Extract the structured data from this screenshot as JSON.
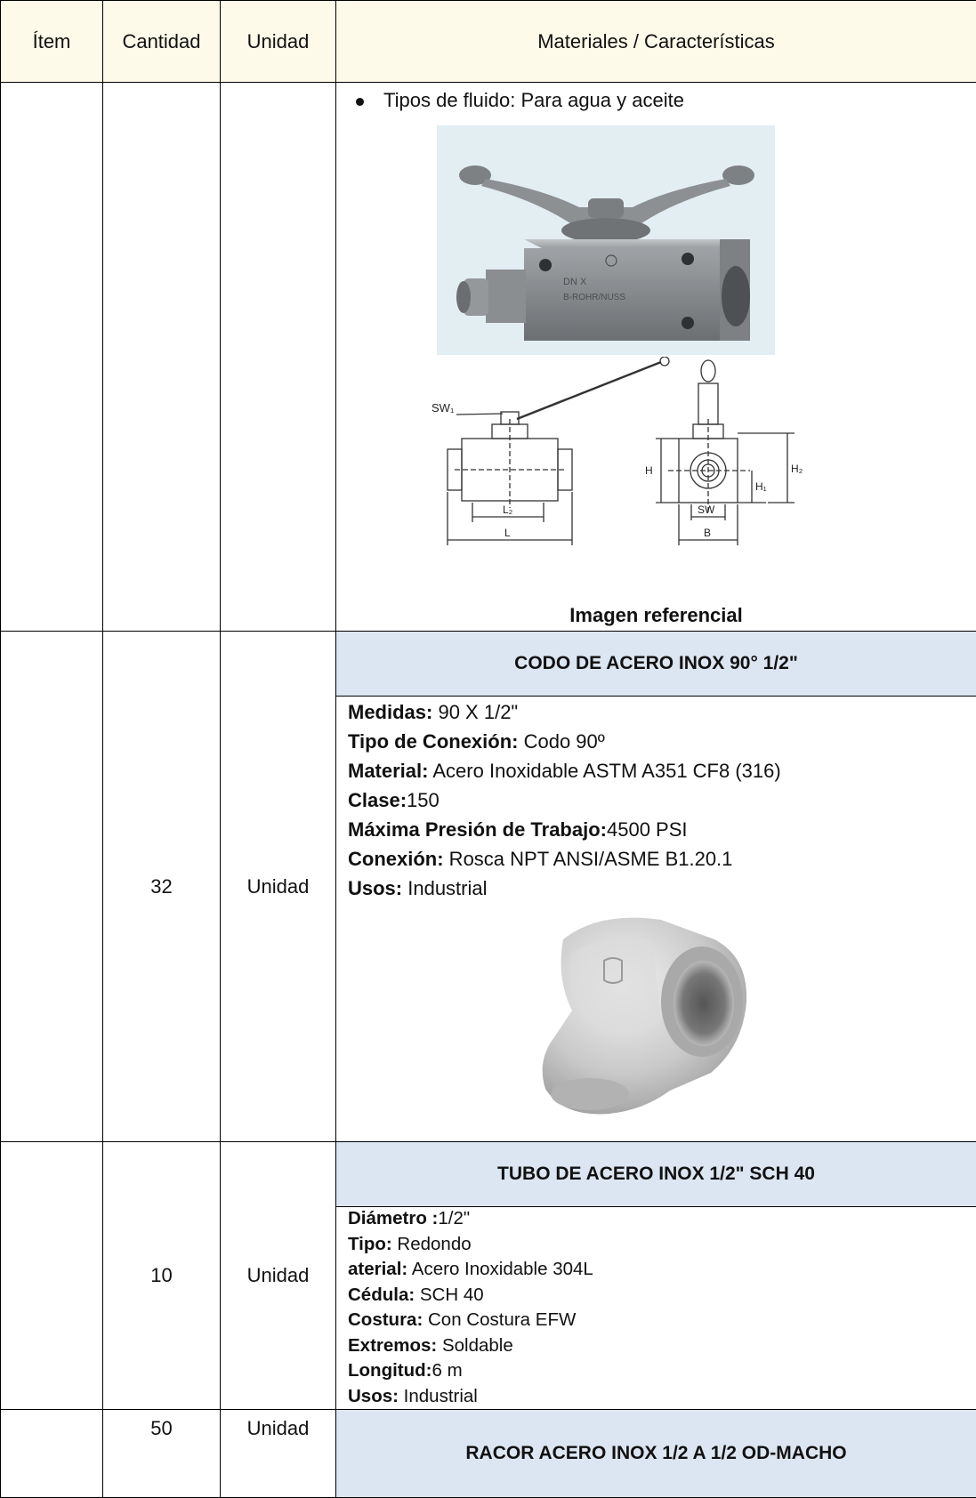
{
  "header": {
    "item": "Ítem",
    "cantidad": "Cantidad",
    "unidad": "Unidad",
    "materiales": "Materiales / Características"
  },
  "row_valve": {
    "bullet": "Tipos de fluido: Para agua y aceite",
    "diagram_labels": {
      "sw1": "SW₁",
      "l2": "L₂",
      "l": "L",
      "h": "H",
      "h1": "H₁",
      "h2": "H₂",
      "sw": "SW",
      "b": "B"
    },
    "caption": "Imagen referencial"
  },
  "row_codo": {
    "cantidad": "32",
    "unidad": "Unidad",
    "title": "CODO DE ACERO INOX 90° 1/2\"",
    "specs": [
      {
        "label": "Medidas:",
        "value": " 90 X 1/2\""
      },
      {
        "label": "Tipo de Conexión:",
        "value": " Codo 90º"
      },
      {
        "label": "Material:",
        "value": " Acero Inoxidable ASTM A351 CF8 (316)"
      },
      {
        "label": "Clase:",
        "value": "150"
      },
      {
        "label": "Máxima Presión de Trabajo:",
        "value": "4500 PSI"
      },
      {
        "label": "Conexión:",
        "value": " Rosca NPT ANSI/ASME B1.20.1"
      },
      {
        "label": "Usos:",
        "value": " Industrial"
      }
    ]
  },
  "row_tubo": {
    "cantidad": "10",
    "unidad": "Unidad",
    "title": "TUBO DE ACERO INOX 1/2\" SCH 40",
    "specs": [
      {
        "label": "Diámetro :",
        "value": "1/2\""
      },
      {
        "label": "Tipo:",
        "value": " Redondo"
      },
      {
        "label": "aterial:",
        "value": " Acero Inoxidable 304L"
      },
      {
        "label": "Cédula:",
        "value": " SCH 40"
      },
      {
        "label": "Costura:",
        "value": " Con Costura EFW"
      },
      {
        "label": "Extremos:",
        "value": " Soldable"
      },
      {
        "label": "Longitud:",
        "value": "6 m"
      },
      {
        "label": "Usos:",
        "value": " Industrial"
      }
    ]
  },
  "row_racor": {
    "cantidad": "50",
    "unidad": "Unidad",
    "title": "RACOR ACERO INOX 1/2 A 1/2 OD-MACHO"
  }
}
